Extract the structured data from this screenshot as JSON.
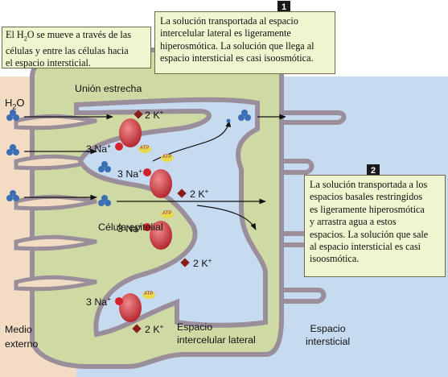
{
  "callout_left": {
    "line1": "El H",
    "sub": "2",
    "line1_rest": "O se mueve a través de las",
    "line2": "células y entre las células hacia",
    "line3": "el espacio intersticial."
  },
  "callout_1": {
    "number": "1",
    "lines": [
      "La solución transportada al espacio",
      "intercelular lateral es ligeramente",
      "hiperosmótica. La solución que llega al",
      "espacio intersticial es casi isoosmótica."
    ]
  },
  "callout_2": {
    "number": "2",
    "lines": [
      "La solución transportada a los",
      "espacios basales restringidos",
      "es ligeramente hiperosmótica",
      "y arrastra agua a estos",
      "espacios. La solución que sale",
      "al espacio intersticial es casi",
      "isoosmótica."
    ]
  },
  "labels": {
    "tight_junction": "Unión estrecha",
    "water_base": "H",
    "water_sub": "2",
    "water_rest": "O",
    "epithelial_cell": "Célula epitelial",
    "external_medium_1": "Medio",
    "external_medium_2": "externo",
    "lateral_space_1": "Espacio",
    "lateral_space_2": "intercelular lateral",
    "interstitial_1": "Espacio",
    "interstitial_2": "intersticial",
    "atp": "ATP"
  },
  "pumps": [
    {
      "na": "3 Na",
      "k": "2 K"
    },
    {
      "na": "3 Na",
      "k": "2 K"
    },
    {
      "na": "3 Na",
      "k": "2 K"
    },
    {
      "na": "3 Na",
      "k": "2 K"
    }
  ],
  "colors": {
    "external_medium": "#f3dcc4",
    "cell": "#cfd9a4",
    "interstitial": "#c6daf0",
    "membrane": "#9a8e9a",
    "water": "#3a6fb5",
    "sodium": "#d2232a",
    "potassium": "#8b1c1c",
    "pump": "#c4343c",
    "atp": "#e8d84a"
  }
}
